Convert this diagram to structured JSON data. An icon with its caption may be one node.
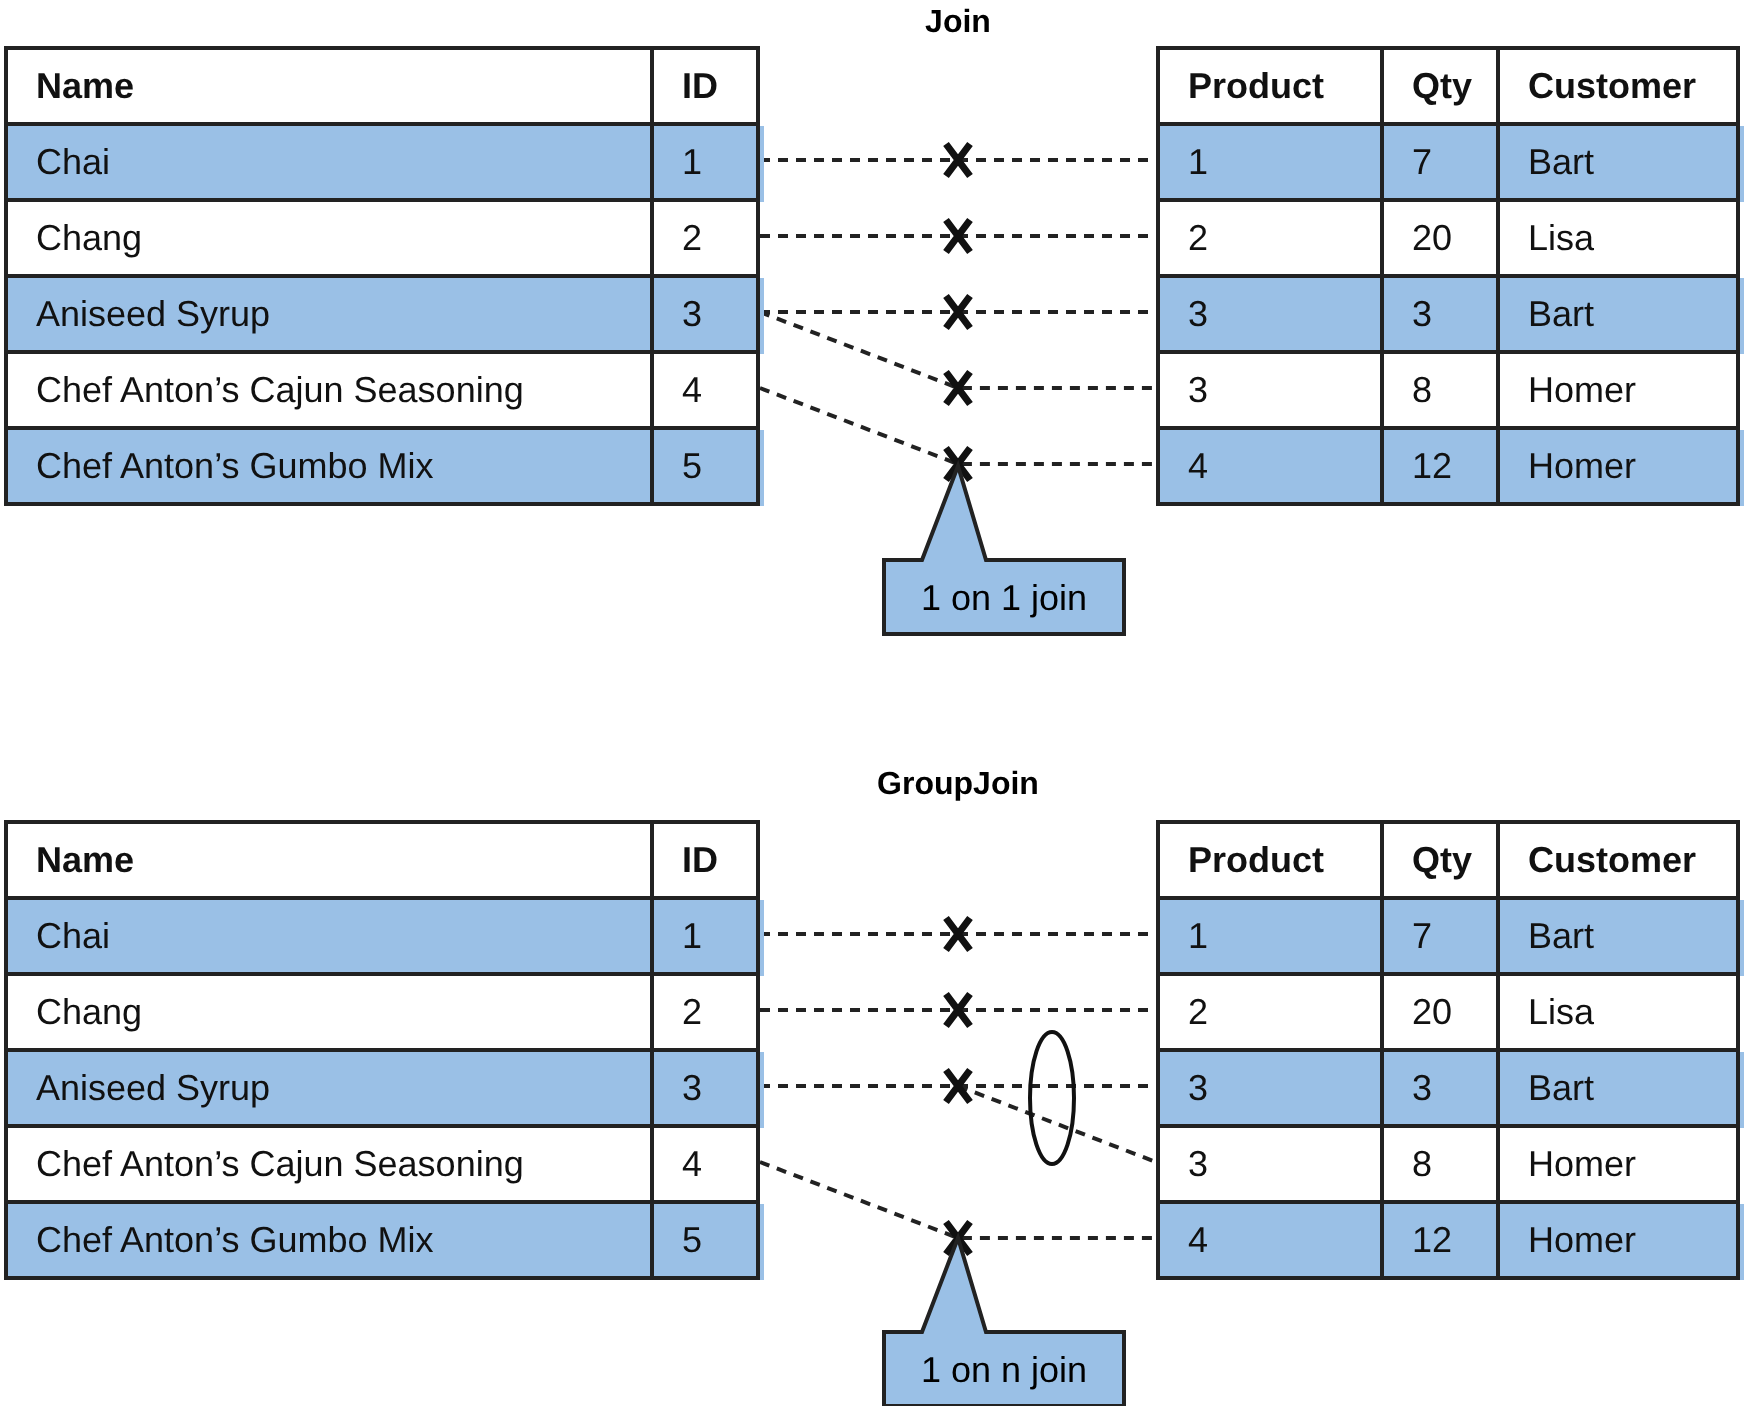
{
  "diagram": {
    "nodes": [
      {
        "text": [
          "Chai",
          "1"
        ]
      },
      {
        "text": [
          "Chang",
          "2"
        ]
      },
      {
        "text": [
          "Aniseed Syrup",
          "3"
        ]
      },
      {
        "text": [
          "Chef Anton’s Cajun Seasoning",
          "4"
        ]
      },
      {
        "text": [
          "Chef Anton’s Gumbo Mix",
          "5"
        ]
      },
      {
        "text": [
          "1",
          "7",
          "Bart"
        ]
      },
      {
        "text": [
          "2",
          "20",
          "Lisa"
        ]
      },
      {
        "text": [
          "3",
          "3",
          "Bart"
        ]
      },
      {
        "text": [
          "3",
          "8",
          "Homer"
        ]
      },
      {
        "text": [
          "4",
          "12",
          "Homer"
        ]
      },
      {
        "text": [
          "1 on 1 join"
        ]
      },
      {
        "text": [
          "Chai",
          "1"
        ]
      },
      {
        "text": [
          "Chang",
          "2"
        ]
      },
      {
        "text": [
          "Aniseed Syrup",
          "3"
        ]
      },
      {
        "text": [
          "Chef Anton’s Cajun Seasoning",
          "4"
        ]
      },
      {
        "text": [
          "Chef Anton’s Gumbo Mix",
          "5"
        ]
      },
      {
        "text": [
          "1",
          "7",
          "Bart"
        ]
      },
      {
        "text": [
          "2",
          "20",
          "Lisa"
        ]
      },
      {
        "text": [
          "3",
          "3",
          "Bart"
        ]
      },
      {
        "text": [
          "3",
          "8",
          "Homer"
        ]
      },
      {
        "text": [
          "4",
          "12",
          "Homer"
        ]
      },
      {
        "text": [
          "1 on n join"
        ]
      }
    ],
    "edges": [
      {
        "from": 0,
        "to": 5,
        "arrow": "none"
      },
      {
        "from": 1,
        "to": 6,
        "arrow": "none"
      },
      {
        "from": 2,
        "to": 7,
        "arrow": "none"
      },
      {
        "from": 2,
        "to": 8,
        "arrow": "none"
      },
      {
        "from": 3,
        "to": 9,
        "arrow": "none"
      },
      {
        "from": 11,
        "to": 16,
        "arrow": "none"
      },
      {
        "from": 12,
        "to": 17,
        "arrow": "none"
      },
      {
        "from": 13,
        "to": 18,
        "arrow": "none"
      },
      {
        "from": 13,
        "to": 19,
        "arrow": "none"
      },
      {
        "from": 14,
        "to": 20,
        "arrow": "none"
      }
    ],
    "labels": [
      "Join",
      "Name",
      "ID",
      "Product",
      "Qty",
      "Customer",
      "GroupJoin",
      "Name",
      "ID",
      "Product",
      "Qty",
      "Customer"
    ]
  }
}
